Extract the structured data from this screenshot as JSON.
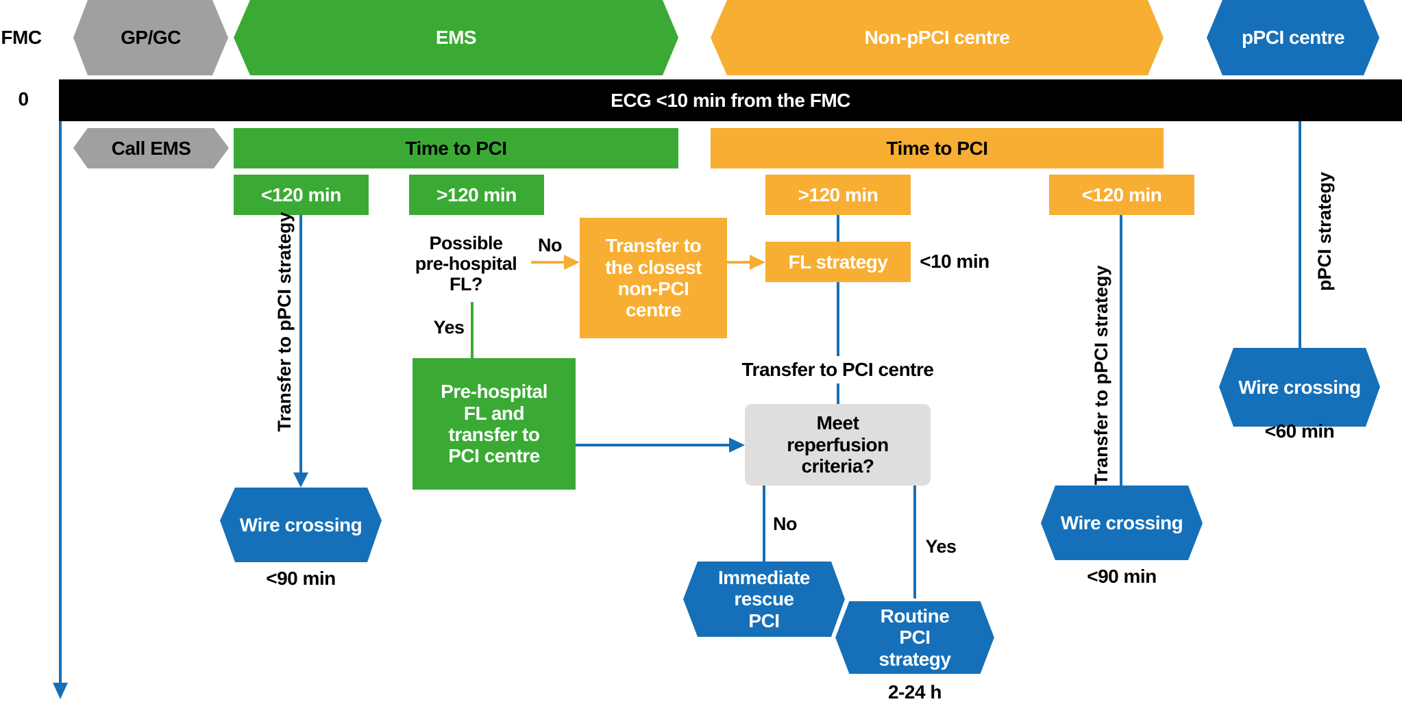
{
  "colors": {
    "green": "#3aaa35",
    "orange": "#f7ae32",
    "blue": "#1570b9",
    "grey": "#a0a0a0",
    "light_grey": "#dedede",
    "black": "#000000"
  },
  "axis": {
    "fmc_label": "FMC",
    "zero_label": "0"
  },
  "header": {
    "gp_gc": "GP/GC",
    "ems": "EMS",
    "non_ppci_centre": "Non-pPCI centre",
    "ppci_centre": "pPCI centre"
  },
  "ecg_bar": "ECG <10 min from the FMC",
  "row2": {
    "call_ems": "Call EMS",
    "ems_time_to_pci": "Time to PCI",
    "non_ppci_time_to_pci": "Time to PCI"
  },
  "ems_branch": {
    "lt120": "<120 min",
    "gt120": ">120 min",
    "transfer_ppci_label": "Transfer to pPCI strategy",
    "wire_crossing": "Wire crossing",
    "wire_time": "<90 min",
    "question": [
      "Possible",
      "pre-hospital",
      "FL?"
    ],
    "no_label": "No",
    "yes_label": "Yes",
    "transfer_closest": [
      "Transfer to",
      "the closest",
      "non-PCI",
      "centre"
    ],
    "prehospital_box": [
      "Pre-hospital",
      "FL and",
      "transfer to",
      "PCI centre"
    ]
  },
  "non_ppci_branch": {
    "gt120": ">120 min",
    "lt120": "<120 min",
    "fl_strategy": "FL strategy",
    "fl_time": "<10 min",
    "transfer_pci_centre": "Transfer to PCI centre",
    "meet_criteria": [
      "Meet",
      "reperfusion",
      "criteria?"
    ],
    "no_label": "No",
    "yes_label": "Yes",
    "immediate_rescue": [
      "Immediate",
      "rescue",
      "PCI"
    ],
    "routine_pci": [
      "Routine",
      "PCI",
      "strategy"
    ],
    "routine_time": "2-24 h",
    "transfer_ppci_label": "Transfer to pPCI strategy",
    "wire_crossing": "Wire crossing",
    "wire_time": "<90 min"
  },
  "ppci_branch": {
    "strategy_label": "pPCI strategy",
    "wire_crossing": "Wire crossing",
    "wire_time": "<60 min"
  }
}
